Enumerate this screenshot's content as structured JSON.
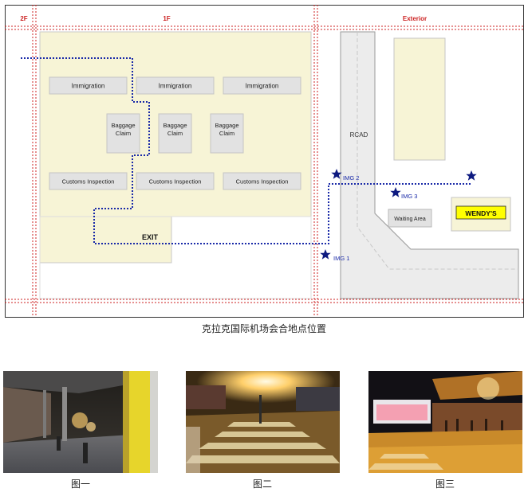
{
  "sections": {
    "floor_2f": "2F",
    "floor_1f": "1F",
    "exterior": "Exterior"
  },
  "halls": {
    "immigration": [
      "Immigration",
      "Immigration",
      "Immigration"
    ],
    "baggage_claim": [
      "Baggage\nClaim",
      "Baggage\nClaim",
      "Baggage\nClaim"
    ],
    "customs": [
      "Customs Inspection",
      "Customs Inspection",
      "Customs Inspection"
    ],
    "exit": "EXIT"
  },
  "exterior_labels": {
    "road": "RCAD",
    "waiting_area": "Waiting Area",
    "wendys": "WENDY'S"
  },
  "markers": [
    "IMG 1",
    "IMG 2",
    "IMG 3"
  ],
  "map_caption": "克拉克国际机场会合地点位置",
  "photo_captions": [
    "图一",
    "图二",
    "图三"
  ],
  "colors": {
    "section_line": "#cc2222",
    "route_line": "#1a2aa8",
    "star": "#0d1a80",
    "hall_fill": "#f7f4d6",
    "box_fill": "#e2e2e2",
    "wendys_yellow": "#ffff00"
  }
}
